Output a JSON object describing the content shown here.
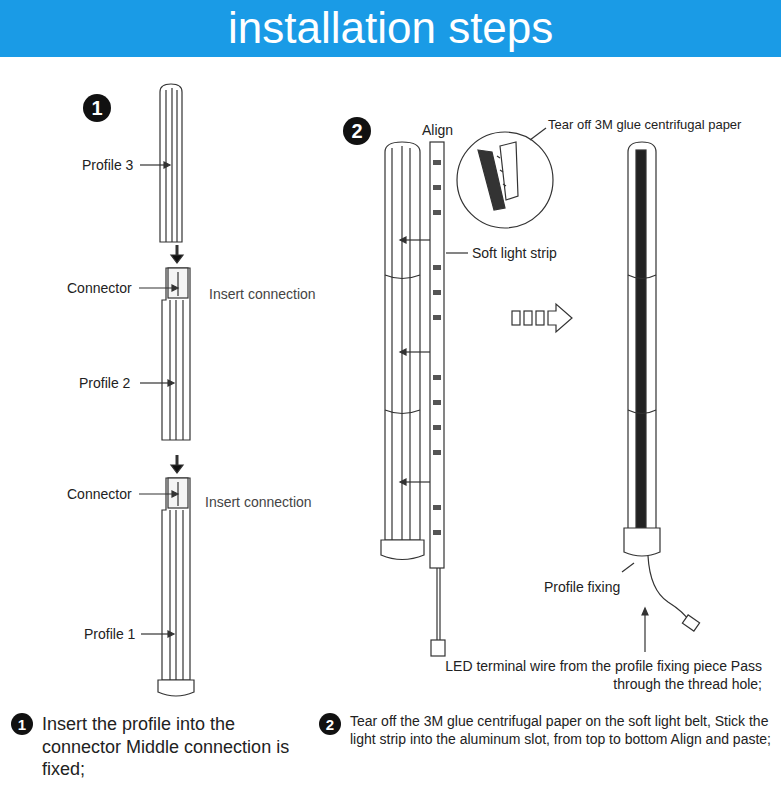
{
  "diagram": {
    "title": "installation steps",
    "nodes": [
      {
        "text": [
          "1"
        ]
      },
      {
        "text": [
          "2"
        ]
      },
      {
        "text": [
          "1"
        ]
      },
      {
        "text": [
          "2"
        ]
      }
    ],
    "labels": [
      "Profile 3",
      "Connector",
      "Insert connection",
      "Profile 2",
      "Connector",
      "Insert connection",
      "Profile 1",
      "Align",
      "Tear off 3M glue centrifugal paper",
      "Soft light strip",
      "Profile fixing",
      "LED terminal wire from the profile fixing piece Pass through the thread hole;",
      "Insert the profile into the connector Middle connection is fixed;",
      "Tear off the 3M glue centrifugal paper on the soft light belt, Stick the light strip into the aluminum slot, from top to bottom Align and paste;"
    ]
  }
}
